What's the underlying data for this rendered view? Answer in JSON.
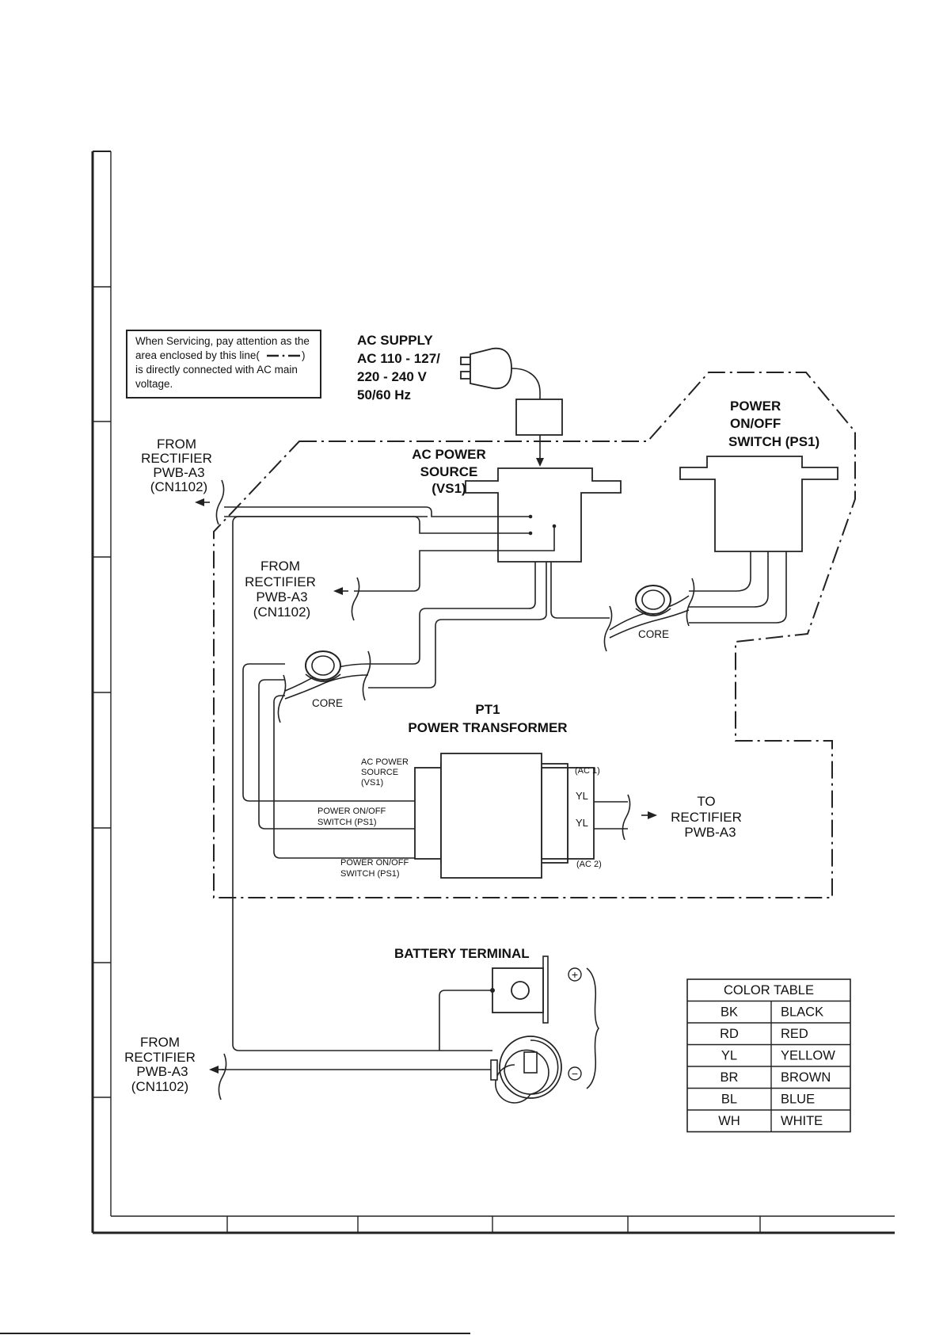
{
  "notice": {
    "lines": [
      "When Servicing, pay attention as the",
      "area enclosed by this line(",
      ")",
      "is directly connected with AC main",
      "voltage."
    ]
  },
  "ac_supply": {
    "lines": [
      "AC SUPPLY",
      "AC 110 - 127/",
      "220 - 240 V",
      "50/60 Hz"
    ]
  },
  "ac_power_source": {
    "lines": [
      "AC POWER",
      "SOURCE",
      "(VS1)"
    ]
  },
  "power_switch": {
    "lines": [
      "POWER",
      "ON/OFF",
      "SWITCH (PS1)"
    ]
  },
  "from_rectifier": {
    "lines": [
      "FROM",
      "RECTIFIER",
      "PWB-A3",
      "(CN1102)"
    ]
  },
  "core_label": "CORE",
  "transformer": {
    "lines": [
      "PT1",
      "POWER TRANSFORMER"
    ],
    "left_labels": {
      "ac_source": [
        "AC POWER",
        "SOURCE",
        "(VS1)"
      ],
      "switch_a": [
        "POWER ON/OFF",
        "SWITCH (PS1)"
      ],
      "switch_b": [
        "POWER ON/OFF",
        "SWITCH (PS1)"
      ]
    },
    "right_labels": {
      "ac1": "(AC 1)",
      "yl_top": "YL",
      "yl_bottom": "YL",
      "ac2": "(AC 2)"
    }
  },
  "to_rectifier": {
    "lines": [
      "TO",
      "RECTIFIER",
      "PWB-A3"
    ]
  },
  "battery": {
    "title": "BATTERY TERMINAL",
    "plus": "+",
    "minus": "−"
  },
  "color_table": {
    "title": "COLOR TABLE",
    "rows": [
      [
        "BK",
        "BLACK"
      ],
      [
        "RD",
        "RED"
      ],
      [
        "YL",
        "YELLOW"
      ],
      [
        "BR",
        "BROWN"
      ],
      [
        "BL",
        "BLUE"
      ],
      [
        "WH",
        "WHITE"
      ]
    ]
  }
}
